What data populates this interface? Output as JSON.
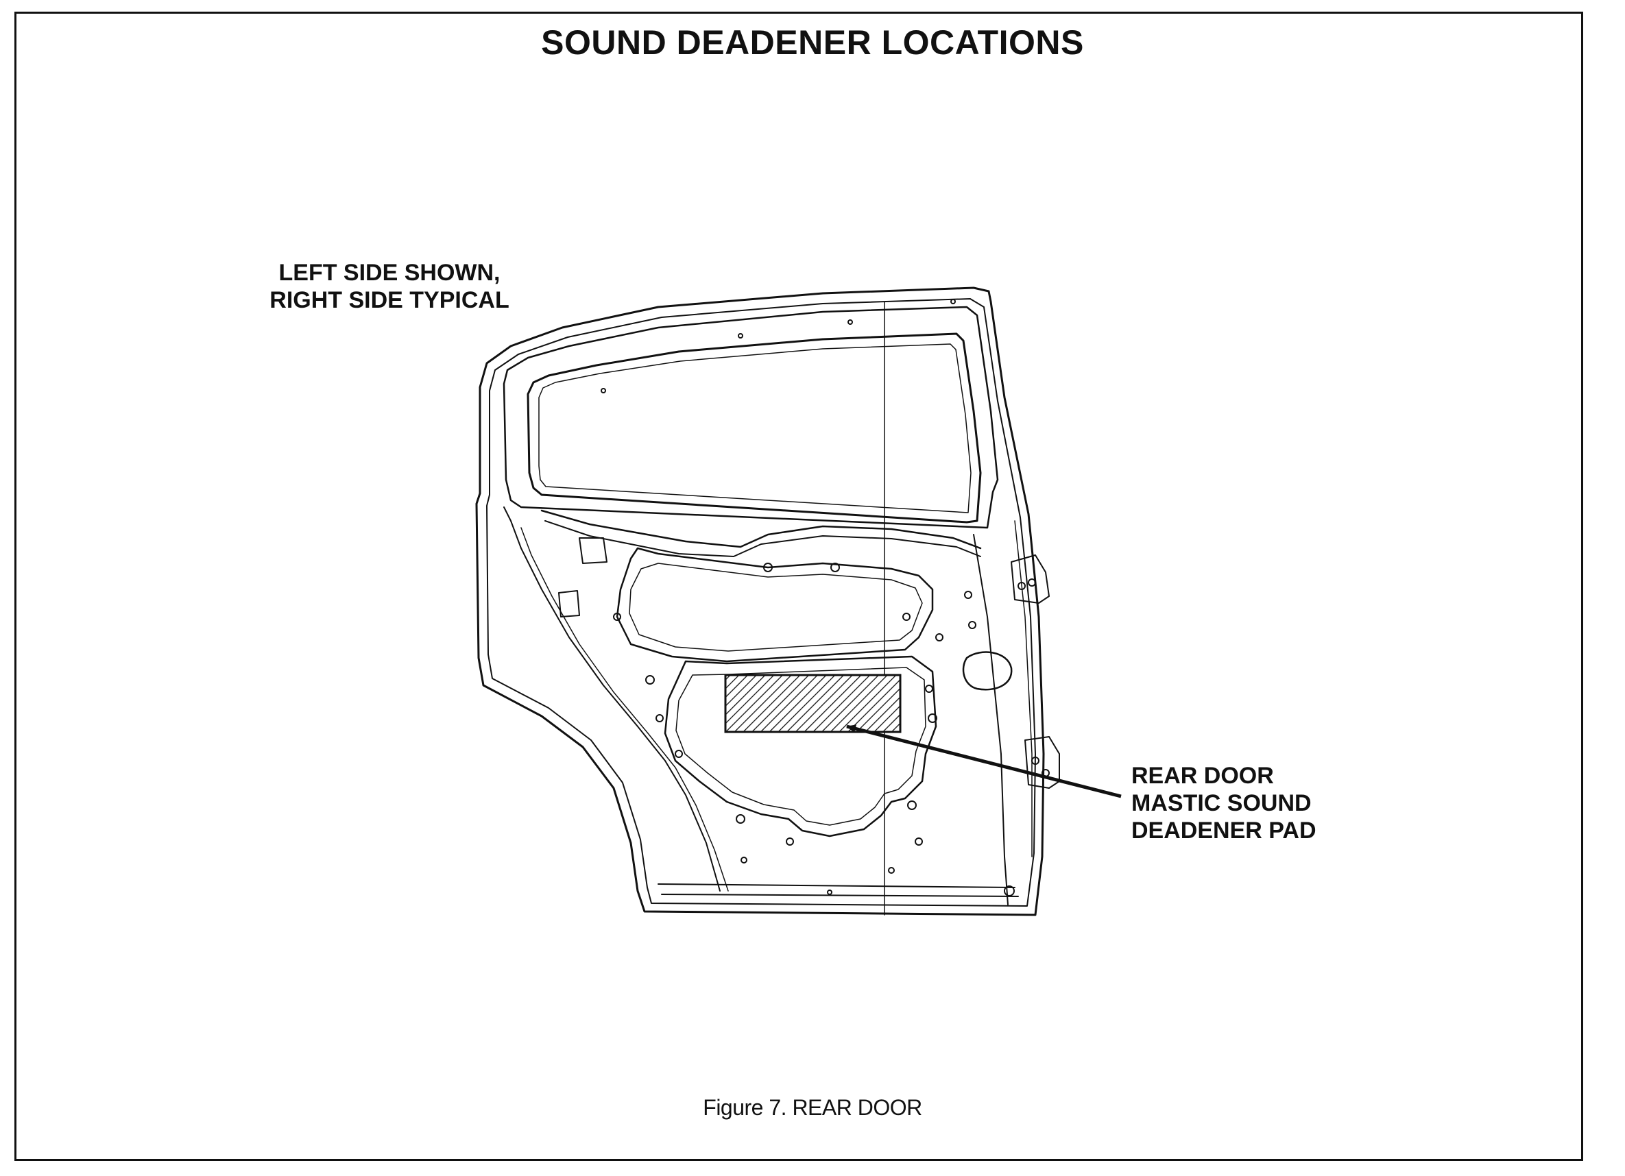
{
  "title": "SOUND DEADENER LOCATIONS",
  "side_note": {
    "line1": "LEFT SIDE SHOWN,",
    "line2": "RIGHT SIDE TYPICAL"
  },
  "callout": {
    "line1": "REAR DOOR",
    "line2": "MASTIC SOUND",
    "line3": "DEADENER PAD"
  },
  "caption": "Figure 7.  REAR DOOR",
  "colors": {
    "ink": "#111111",
    "background": "#ffffff"
  }
}
